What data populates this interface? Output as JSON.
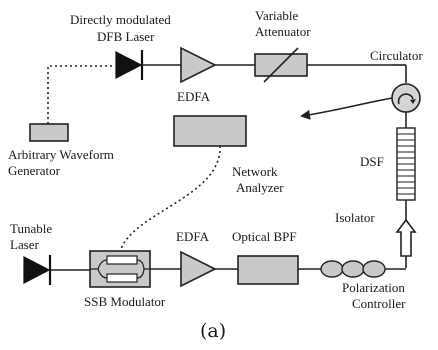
{
  "labels": {
    "dfb_laser_line1": "Directly modulated",
    "dfb_laser_line2": "DFB Laser",
    "edfa_top": "EDFA",
    "attenuator_line1": "Variable",
    "attenuator_line2": "Attenuator",
    "circulator": "Circulator",
    "awg_line1": "Arbitrary Waveform",
    "awg_line2": "Generator",
    "network_analyzer_line1": "Network",
    "network_analyzer_line2": "Analyzer",
    "dsf": "DSF",
    "isolator": "Isolator",
    "tunable_laser_line1": "Tunable",
    "tunable_laser_line2": "Laser",
    "edfa_bottom": "EDFA",
    "optical_bpf": "Optical BPF",
    "ssb_modulator": "SSB Modulator",
    "polarization_controller_line1": "Polarization",
    "polarization_controller_line2": "Controller"
  },
  "caption": "(a)"
}
